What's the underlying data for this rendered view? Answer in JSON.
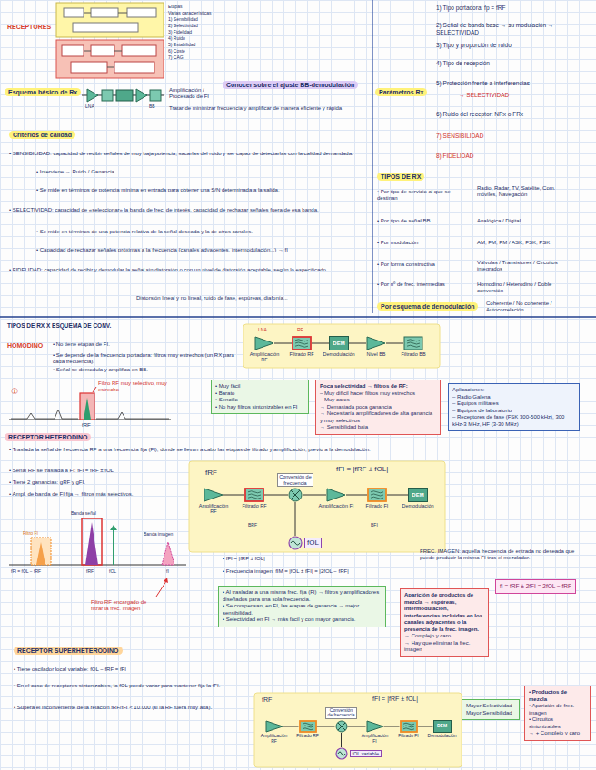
{
  "diagram": {
    "title": "RECEPTORES",
    "nodes": [
      {
        "text": [
          "Esquema básico de Rx"
        ]
      },
      {
        "text": [
          "Conocer sobre el ajuste BB-demodulación"
        ]
      },
      {
        "text": [
          "Criterios de calidad"
        ]
      },
      {
        "text": [
          "Parámetros Rx"
        ]
      },
      {
        "text": [
          "TIPOS DE RX"
        ]
      },
      {
        "text": [
          "Por esquema de demodulación"
        ]
      },
      {
        "text": [
          "Amplificación RF"
        ]
      },
      {
        "text": [
          "Filtrado RF"
        ]
      },
      {
        "text": [
          "DEM",
          "Demodulación"
        ]
      },
      {
        "text": [
          "Nivel BB"
        ]
      },
      {
        "text": [
          "Filtrado BB"
        ]
      },
      {
        "text": [
          "• Muy fácil",
          "• Barato",
          "• Sencillo",
          "• No hay filtros sintonizables en FI"
        ]
      },
      {
        "text": [
          "Poca selectividad → filtros de RF:",
          "– Muy difícil hacer filtros muy estrechos",
          "– Muy caros",
          "→ Demasiada poca ganancia",
          "→ Necesitaría amplificadores de alta ganancia y muy selectivos",
          "→ Sensibilidad baja"
        ]
      },
      {
        "text": [
          "Aplicaciones:",
          "– Radio Galena",
          "– Equipos militares",
          "– Equipos de laboratorio",
          "– Receptores de fase (FSK 300-500 kHz), 300 kHz-3 MHz, HF (3-30 MHz)"
        ]
      },
      {
        "text": [
          "RECEPTOR HETERODINO"
        ]
      },
      {
        "text": [
          "Amplificación RF"
        ]
      },
      {
        "text": [
          "Filtrado RF"
        ]
      },
      {
        "text": [
          "Conversión de frecuencia"
        ]
      },
      {
        "text": [
          "Amplificación FI"
        ]
      },
      {
        "text": [
          "Filtrado FI"
        ]
      },
      {
        "text": [
          "DEM",
          "Demodulación"
        ]
      },
      {
        "text": [
          "fOL"
        ]
      },
      {
        "text": [
          "fI = fRF ± 2fFI = 2fOL − fRF"
        ]
      },
      {
        "text": [
          "• Al trasladar a una misma frec. fija (FI) → filtros y amplificadores diseñados para una sola frecuencia.",
          "• Se compensan, en FI, las etapas de ganancia → mejor sensibilidad.",
          "• Selectividad en FI → más fácil y con mayor ganancia."
        ]
      },
      {
        "text": [
          "Aparición de productos de mezcla → espúreas, intermodulación, interferencias incluidas en los canales adyacentes o la presencia de la frec. imagen.",
          "→ Complejo y caro",
          "→ Hay que eliminar la frec. imagen"
        ]
      },
      {
        "text": [
          "RECEPTOR SUPERHETERODINO"
        ]
      },
      {
        "text": [
          "Amplificación RF"
        ]
      },
      {
        "text": [
          "Filtrado RF"
        ]
      },
      {
        "text": [
          "Conversión de frecuencia"
        ]
      },
      {
        "text": [
          "Amplificación FI"
        ]
      },
      {
        "text": [
          "Filtrado FI"
        ]
      },
      {
        "text": [
          "DEM",
          "Demodulación"
        ]
      },
      {
        "text": [
          "fOL variable"
        ]
      },
      {
        "text": [
          "Mayor Selectividad",
          "Mayor Sensibilidad"
        ]
      },
      {
        "text": [
          "• Productos de mezcla",
          "• Aparición de frec. imagen",
          "• Circuitos sintonizables",
          "→ + Complejo y caro"
        ]
      }
    ],
    "edges": [
      {
        "from": 6,
        "to": 7,
        "arrow": "none"
      },
      {
        "from": 7,
        "to": 8,
        "arrow": "none"
      },
      {
        "from": 8,
        "to": 9,
        "arrow": "none"
      },
      {
        "from": 9,
        "to": 10,
        "arrow": "none"
      },
      {
        "from": 15,
        "to": 16,
        "arrow": "none"
      },
      {
        "from": 16,
        "to": 17,
        "arrow": "none"
      },
      {
        "from": 17,
        "to": 18,
        "arrow": "none"
      },
      {
        "from": 18,
        "to": 19,
        "arrow": "none"
      },
      {
        "from": 19,
        "to": 20,
        "arrow": "none"
      },
      {
        "from": 21,
        "to": 17,
        "arrow": "none"
      },
      {
        "from": 26,
        "to": 27,
        "arrow": "none"
      },
      {
        "from": 27,
        "to": 28,
        "arrow": "none"
      },
      {
        "from": 28,
        "to": 29,
        "arrow": "none"
      },
      {
        "from": 29,
        "to": 30,
        "arrow": "none"
      },
      {
        "from": 30,
        "to": 31,
        "arrow": "none"
      },
      {
        "from": 32,
        "to": 28,
        "arrow": "none"
      }
    ],
    "labels": [
      "Etapas",
      "Varias características",
      "1) Sensibilidad",
      "2) Selectividad",
      "3) Fidelidad",
      "4) Ruido",
      "5) Estabilidad",
      "6) Coste",
      "7) CAG",
      "1) Tipo portadora: fp = fRF",
      "2) Señal de banda base → su modulación → SELECTIVIDAD",
      "3) Tipo y proporción de ruido",
      "4) Tipo de recepción",
      "5) Protección frente a interferencias",
      "→ SELECTIVIDAD",
      "6) Ruido del receptor: NRx o FRx",
      "7) SENSIBILIDAD",
      "8) FIDELIDAD",
      "LNA",
      "BB",
      "Amplificación / Procesado de FI",
      "Tratar de minimizar frecuencia y amplificar de manera eficiente y rápida",
      "• SENSIBILIDAD: capacidad de recibir señales de muy baja potencia, sacarlas del ruido y ser capaz de detectarlas con la calidad demandada.",
      "• Interviene → Ruido / Ganancia",
      "• Se mide en términos de potencia mínima en entrada para obtener una S/N determinada a la salida.",
      "• SELECTIVIDAD: capacidad de «seleccionar» la banda de frec. de interés, capacidad de rechazar señales fuera de esa banda.",
      "• Se mide en términos de una potencia relativa de la señal deseada y la de otros canales.",
      "• Capacidad de rechazar señales próximas a la frecuencia (canales adyacentes, intermodulación...) → fI",
      "• FIDELIDAD: capacidad de recibir y demodular la señal sin distorsión o con un nivel de distorsión aceptable, según lo especificado.",
      "Distorsión lineal y no lineal, ruido de fase, espúreas, diafonía...",
      "• Por tipo de servicio al que se destinan",
      "Radio, Radar, TV, Satélite, Com. móviles, Navegación",
      "• Por tipo de señal BB",
      "Analógica / Digital",
      "• Por modulación",
      "AM, FM, PM / ASK, FSK, PSK",
      "• Por forma constructiva",
      "Válvulas / Transistores / Circuitos integrados",
      "• Por nº de frec. intermedias",
      "Homodino / Heterodino / Doble conversión",
      "Coherente / No coherente / Autocorrelación",
      "TIPOS DE RX X ESQUEMA DE CONV.",
      "HOMODINO",
      "• No tiene etapas de FI.",
      "• Se depende de la frecuencia portadora: filtros muy estrechos (un RX para cada frecuencia).",
      "• Señal se demodula y amplifica en BB.",
      "①",
      "fRF",
      "Filtro RF muy selectivo, muy estrecho",
      "LNA",
      "RF",
      "• Traslada la señal de frecuencia RF a una frecuencia fija (FI), donde se llevan a cabo las etapas de filtrado y amplificación, previo a la demodulación.",
      "• Señal RF se traslada a FI: fFI = fRF ± fOL",
      "• Tiene 2 ganancias: gRF y gFI.",
      "• Ampl. de banda de FI fija → filtros más selectivos.",
      "fFI = fOL − fRF",
      "Filtro FI",
      "Banda señal",
      "fRF",
      "fOL",
      "fI",
      "Banda imagen",
      "Filtro RF encargado de filtrar la frec. imagen",
      "fRF",
      "fFI = |fRF ± fOL|",
      "BRF",
      "BFI",
      "• fFI = |fRF ± fOL|",
      "• Frecuencia imagen: fIM = |fOL ± fFI| = |2fOL − fRF|",
      "FREC. IMAGEN: aquella frecuencia de entrada no deseada que puede producir la misma FI tras el mezclador.",
      "• Tiene oscilador local variable: fOL − fRF = fFI",
      "• En el caso de receptores sintonizables, la fOL puede variar para mantener fija la fFI.",
      "• Supera el inconveniente de la relación fRF/fFI < 10.000 (si la RF fuera muy alta).",
      "fRF",
      "fFI = |fRF ± fOL|"
    ]
  }
}
